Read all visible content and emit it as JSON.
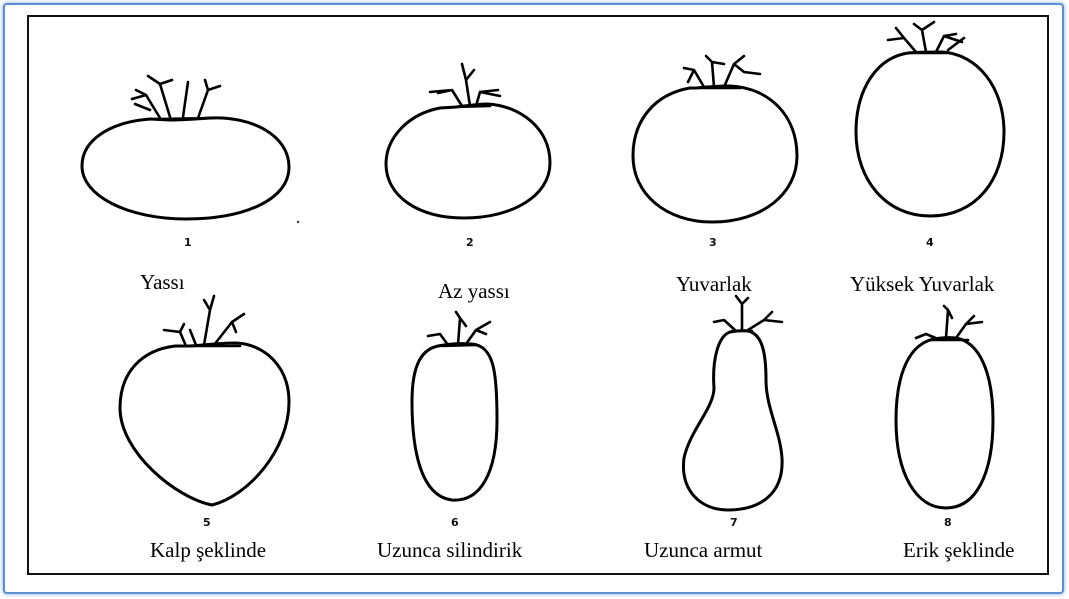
{
  "shapes": [
    {
      "number": "1",
      "label": "Yassı"
    },
    {
      "number": "2",
      "label": "Az yassı"
    },
    {
      "number": "3",
      "label": "Yuvarlak"
    },
    {
      "number": "4",
      "label": "Yüksek Yuvarlak"
    },
    {
      "number": "5",
      "label": "Kalp şeklinde"
    },
    {
      "number": "6",
      "label": "Uzunca silindirik"
    },
    {
      "number": "7",
      "label": "Uzunca armut"
    },
    {
      "number": "8",
      "label": "Erik şeklinde"
    }
  ],
  "colors": {
    "outer_border": "#5b8fd1",
    "inner_border": "#111111",
    "line": "#000000"
  }
}
